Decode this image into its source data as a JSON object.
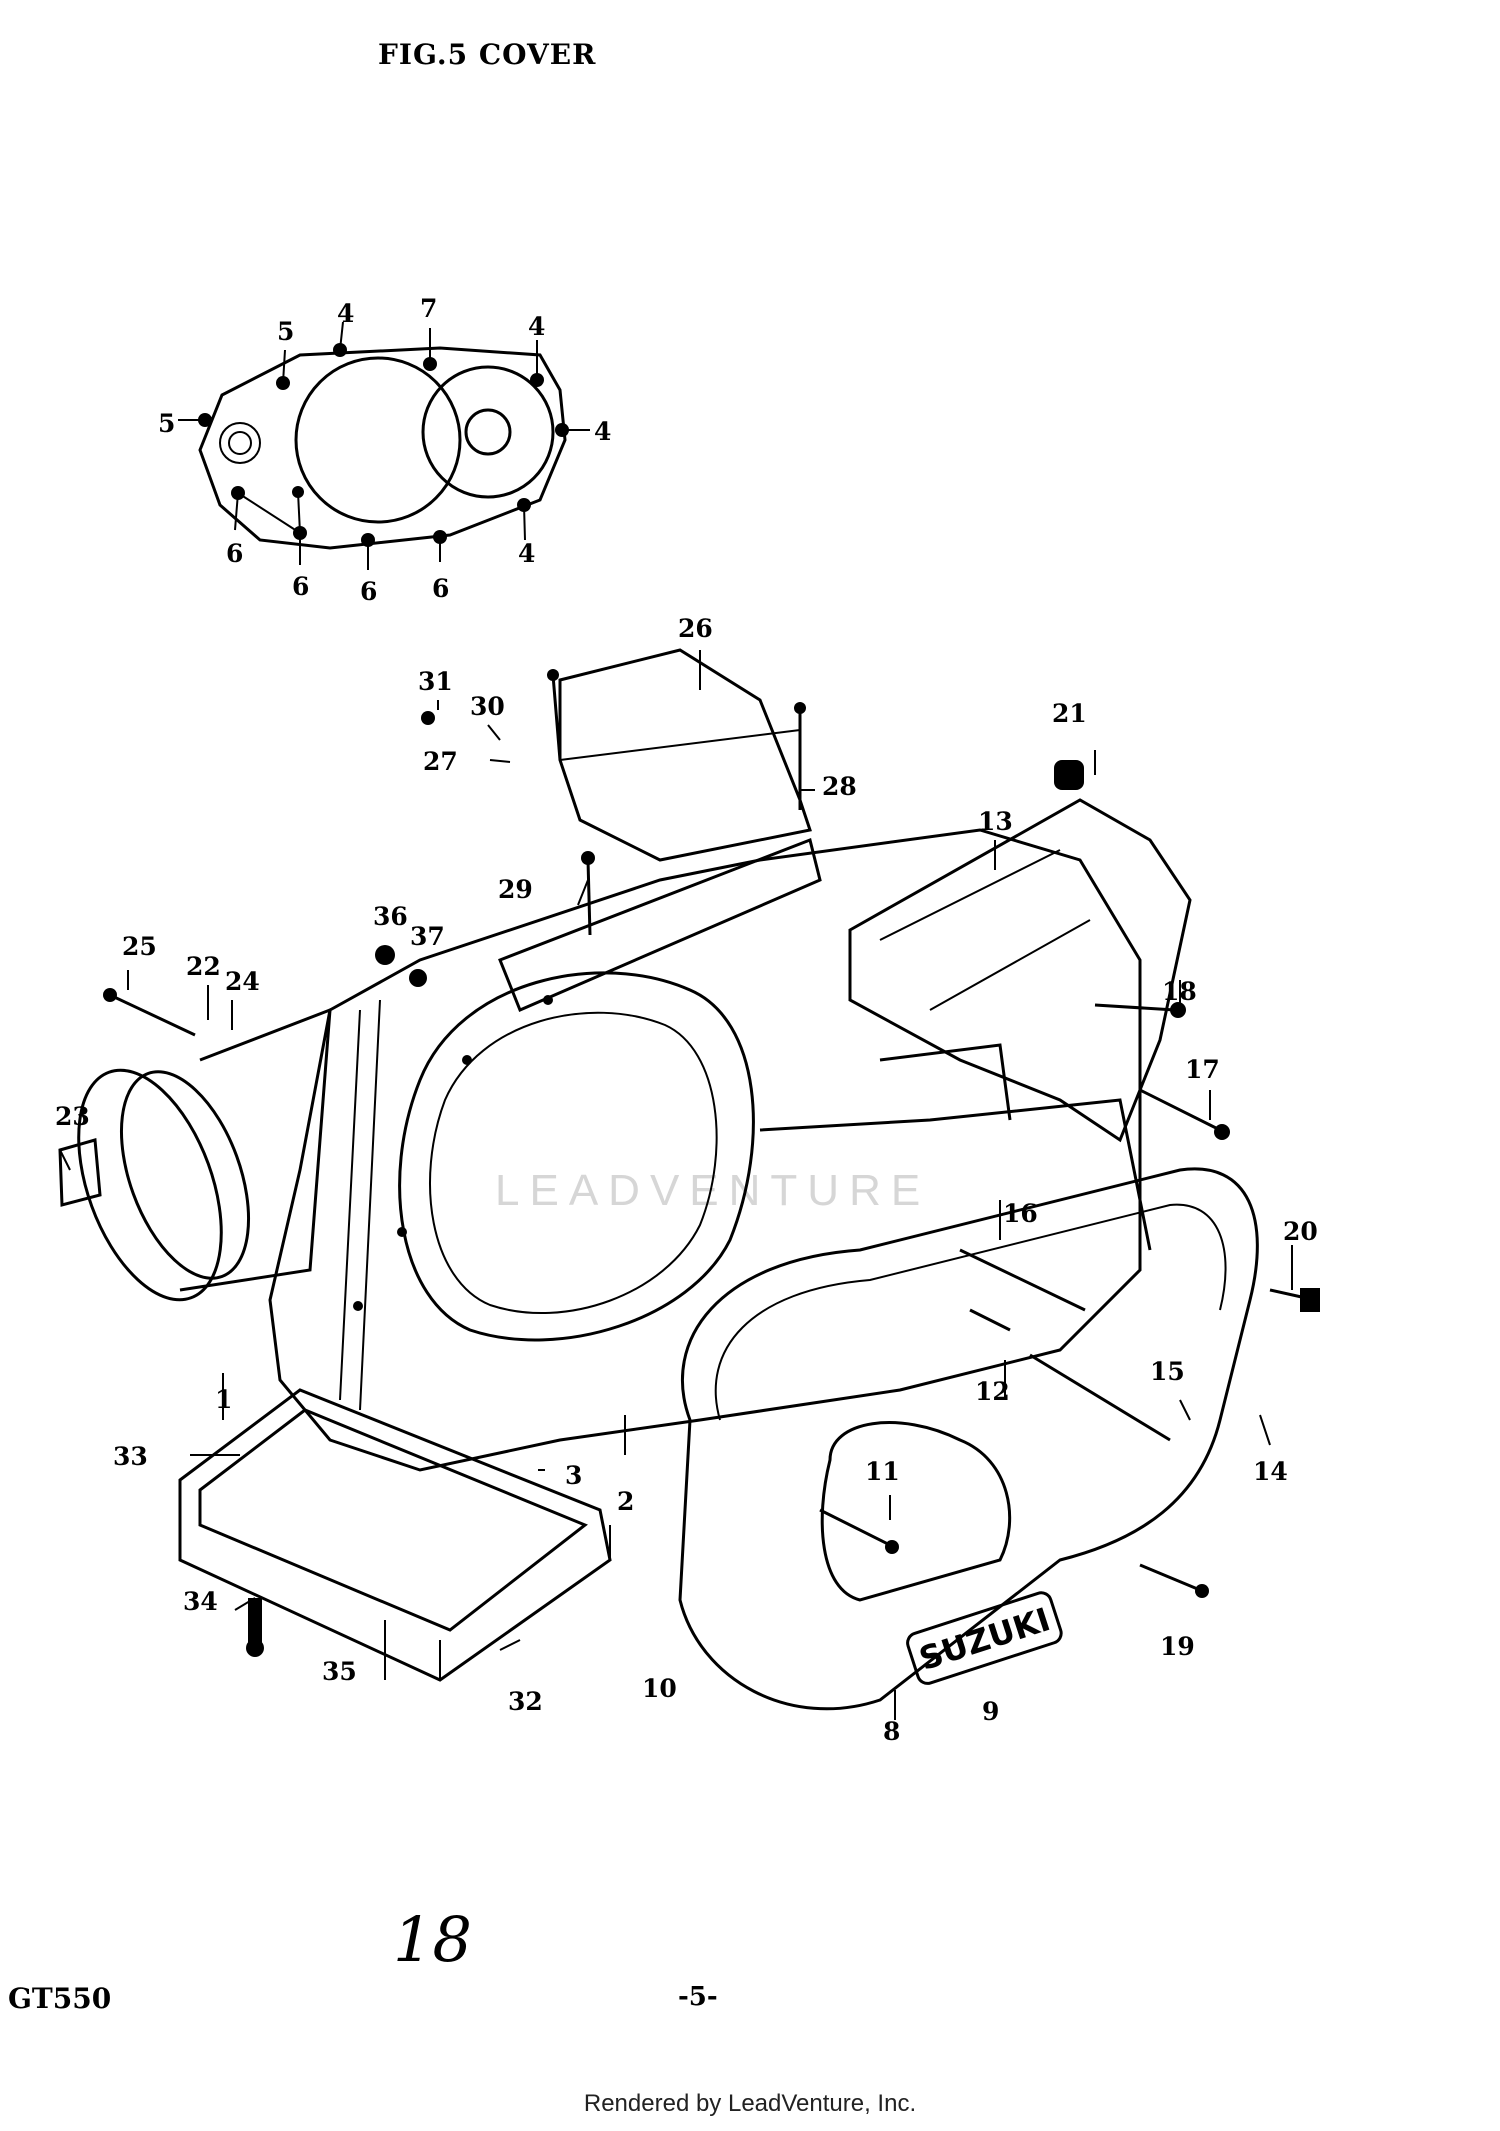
{
  "title": "FIG.5 COVER",
  "model": "GT550",
  "page_number": "-5-",
  "handwritten_note": "18",
  "credit": "Rendered by LeadVenture, Inc.",
  "watermark": "LEADVENTURE",
  "callouts": [
    {
      "id": "c1",
      "label": "1"
    },
    {
      "id": "c2",
      "label": "2"
    },
    {
      "id": "c3",
      "label": "3"
    },
    {
      "id": "c4a",
      "label": "4"
    },
    {
      "id": "c4b",
      "label": "4"
    },
    {
      "id": "c4c",
      "label": "4"
    },
    {
      "id": "c4d",
      "label": "4"
    },
    {
      "id": "c5a",
      "label": "5"
    },
    {
      "id": "c5b",
      "label": "5"
    },
    {
      "id": "c6a",
      "label": "6"
    },
    {
      "id": "c6b",
      "label": "6"
    },
    {
      "id": "c6c",
      "label": "6"
    },
    {
      "id": "c6d",
      "label": "6"
    },
    {
      "id": "c7",
      "label": "7"
    },
    {
      "id": "c8",
      "label": "8"
    },
    {
      "id": "c9",
      "label": "9"
    },
    {
      "id": "c10",
      "label": "10"
    },
    {
      "id": "c11",
      "label": "11"
    },
    {
      "id": "c12",
      "label": "12"
    },
    {
      "id": "c13",
      "label": "13"
    },
    {
      "id": "c14",
      "label": "14"
    },
    {
      "id": "c15",
      "label": "15"
    },
    {
      "id": "c16",
      "label": "16"
    },
    {
      "id": "c17",
      "label": "17"
    },
    {
      "id": "c18",
      "label": "18"
    },
    {
      "id": "c19",
      "label": "19"
    },
    {
      "id": "c20",
      "label": "20"
    },
    {
      "id": "c21",
      "label": "21"
    },
    {
      "id": "c22",
      "label": "22"
    },
    {
      "id": "c23",
      "label": "23"
    },
    {
      "id": "c24",
      "label": "24"
    },
    {
      "id": "c25",
      "label": "25"
    },
    {
      "id": "c26",
      "label": "26"
    },
    {
      "id": "c27",
      "label": "27"
    },
    {
      "id": "c28",
      "label": "28"
    },
    {
      "id": "c29",
      "label": "29"
    },
    {
      "id": "c30",
      "label": "30"
    },
    {
      "id": "c31",
      "label": "31"
    },
    {
      "id": "c32",
      "label": "32"
    },
    {
      "id": "c33",
      "label": "33"
    },
    {
      "id": "c34",
      "label": "34"
    },
    {
      "id": "c35",
      "label": "35"
    },
    {
      "id": "c36",
      "label": "36"
    },
    {
      "id": "c37",
      "label": "37"
    }
  ],
  "cover_logo_text": "SUZUKI"
}
